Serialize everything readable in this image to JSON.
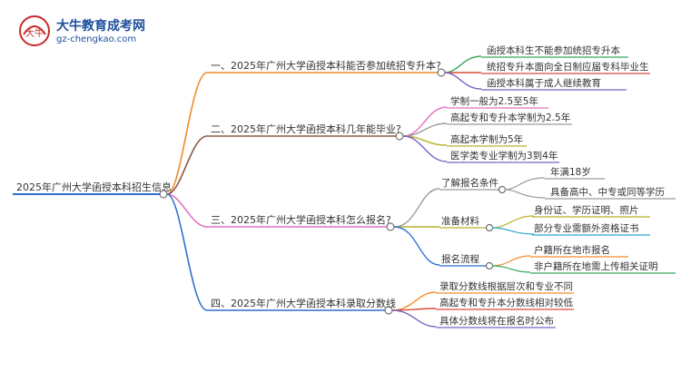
{
  "logo": {
    "title": "大牛教育成考网",
    "url": "gz-chengkao.com",
    "mark_text": "大牛"
  },
  "mindmap": {
    "root": "2025年广州大学函授本科招生信息",
    "branches": [
      {
        "label": "一、2025年广州大学函授本科能否参加统招专升本?",
        "color": "#f28a2b",
        "children": [
          {
            "label": "函授本科生不能参加统招专升本",
            "color": "#37a85a"
          },
          {
            "label": "统招专升本面向全日制应届专科毕业生",
            "color": "#d94a3a"
          },
          {
            "label": "函授本科属于成人继续教育",
            "color": "#7b62c4"
          }
        ]
      },
      {
        "label": "二、2025年广州大学函授本科几年能毕业?",
        "color": "#8a5a44",
        "children": [
          {
            "label": "学制一般为2.5至5年",
            "color": "#e070c0"
          },
          {
            "label": "高起专和专升本学制为2.5年",
            "color": "#9a9a9a"
          },
          {
            "label": "高起本学制为5年",
            "color": "#b7b02c"
          },
          {
            "label": "医学类专业学制为3到4年",
            "color": "#7b62c4"
          }
        ]
      },
      {
        "label": "三、2025年广州大学函授本科怎么报名?",
        "color": "#e070c0",
        "children": [
          {
            "label": "了解报名条件",
            "color": "#9a9a9a",
            "children": [
              {
                "label": "年满18岁",
                "color": "#9a9a9a"
              },
              {
                "label": "具备高中、中专或同等学历",
                "color": "#9a9a9a"
              }
            ]
          },
          {
            "label": "准备材料",
            "color": "#b7b02c",
            "children": [
              {
                "label": "身份证、学历证明、照片",
                "color": "#b7b02c"
              },
              {
                "label": "部分专业需额外资格证书",
                "color": "#2aa8c8"
              }
            ]
          },
          {
            "label": "报名流程",
            "color": "#2f6fd0",
            "children": [
              {
                "label": "户籍所在地市报名",
                "color": "#f28a2b"
              },
              {
                "label": "非户籍所在地需上传相关证明",
                "color": "#37a85a"
              }
            ]
          }
        ]
      },
      {
        "label": "四、2025年广州大学函授本科录取分数线",
        "color": "#2f6fd0",
        "children": [
          {
            "label": "录取分数线根据层次和专业不同",
            "color": "#f28a2b"
          },
          {
            "label": "高起专和专升本分数线相对较低",
            "color": "#d94a3a"
          },
          {
            "label": "具体分数线将在报名时公布",
            "color": "#7b62c4"
          }
        ]
      }
    ]
  }
}
